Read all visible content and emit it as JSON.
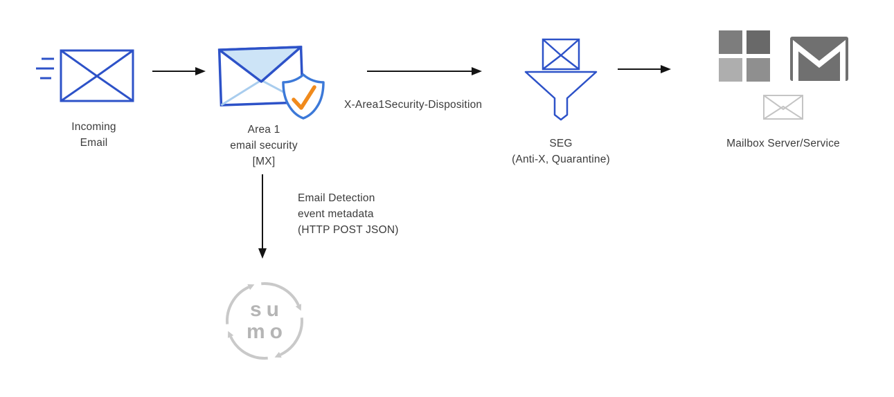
{
  "colors": {
    "blue": "#2d52c8",
    "light_blue": "#cde4f7",
    "shield_blue": "#3c79d8",
    "check_orange": "#f08a1c",
    "arrow_black": "#141414",
    "text_gray": "#3b3b3b",
    "ms_gray_top_left": "#7d7d7d",
    "ms_gray_top_right": "#696969",
    "ms_gray_bottom_left": "#aeaeae",
    "ms_gray_bottom_right": "#8f8f8f",
    "gmail_gray": "#707070",
    "light_envelope_gray": "#c4c4c4",
    "sumo_gray": "#c9c9c9"
  },
  "icons": {
    "incoming_email": "envelope-with-speed-lines",
    "area1": "envelope-with-shield-check",
    "seg": "envelope-over-funnel",
    "microsoft": "four-square-window-logo",
    "gmail": "envelope-m-logo",
    "mailbox_envelope": "small-gray-envelope",
    "sumo": "circular-arrows-logo"
  },
  "nodes": {
    "incoming": {
      "line1": "Incoming",
      "line2": "Email"
    },
    "area1": {
      "line1": "Area 1",
      "line2": "email security",
      "line3": "[MX]"
    },
    "seg": {
      "line1": "SEG",
      "line2": "(Anti-X, Quarantine)"
    },
    "mailbox": {
      "label": "Mailbox Server/Service"
    },
    "sumo": {
      "line1": "su",
      "line2": "mo"
    }
  },
  "edges": {
    "disposition_label": "X-Area1Security-Disposition",
    "metadata_line1": "Email Detection",
    "metadata_line2": "event metadata",
    "metadata_line3": "(HTTP POST JSON)"
  }
}
